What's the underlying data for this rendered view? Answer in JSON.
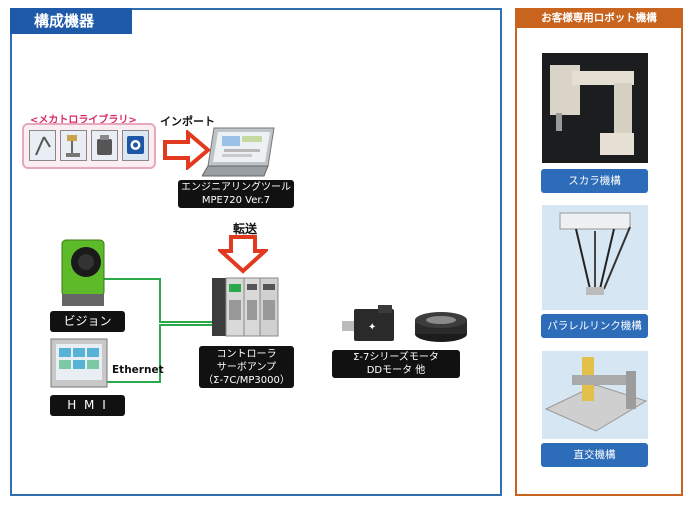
{
  "panels": {
    "left_title": "構成機器",
    "right_title": "お客様専用ロボット機構"
  },
  "library": {
    "label": "<メカトロライブラリ>"
  },
  "arrows": {
    "import_label": "インポート",
    "transfer_label": "転送"
  },
  "tool": {
    "line1": "エンジニアリングツール",
    "line2": "MPE720 Ver.7"
  },
  "vision": {
    "label": "ビジョン"
  },
  "hmi": {
    "label": "H M I"
  },
  "network": {
    "label": "Ethernet"
  },
  "controller": {
    "line1": "コントローラ",
    "line2": "サーボアンプ",
    "line3": "（Σ-7C/MP3000）"
  },
  "motor": {
    "line1": "Σ-7シリーズモータ",
    "line2": "DDモータ 他"
  },
  "robots": [
    {
      "label": "スカラ機構"
    },
    {
      "label": "パラレルリンク機構"
    },
    {
      "label": "直交機構"
    }
  ],
  "colors": {
    "left_border": "#2f6fb0",
    "right_border": "#c8641e",
    "arrow_red": "#e23a1f",
    "ethernet_green": "#2aa84a"
  }
}
